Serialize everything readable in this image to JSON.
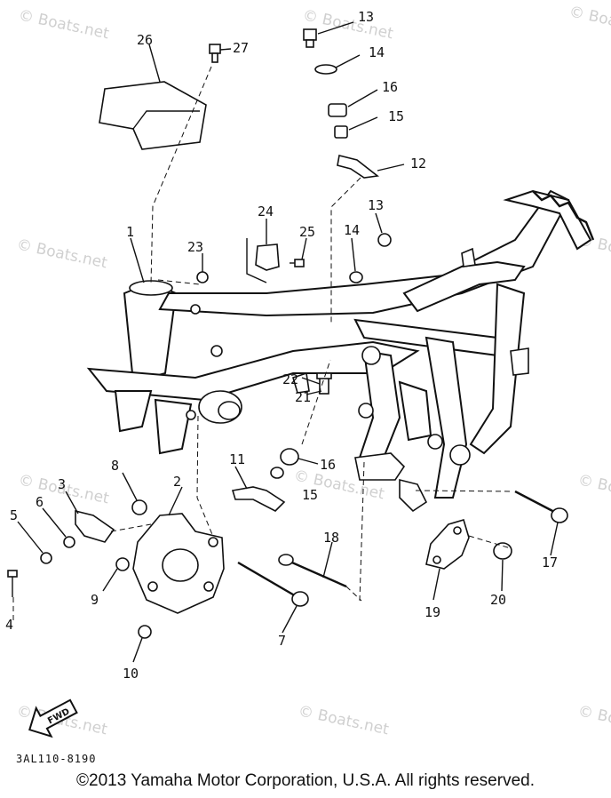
{
  "diagram": {
    "watermark": "© Boats.net",
    "part_code": "3AL110-8190",
    "fwd_arrow_text": "FWD",
    "copyright": "©2013 Yamaha Motor Corporation, U.S.A. All rights reserved.",
    "callouts": [
      {
        "id": "c1",
        "text": "1"
      },
      {
        "id": "c2",
        "text": "2"
      },
      {
        "id": "c3",
        "text": "3"
      },
      {
        "id": "c4",
        "text": "4"
      },
      {
        "id": "c5",
        "text": "5"
      },
      {
        "id": "c6",
        "text": "6"
      },
      {
        "id": "c7",
        "text": "7"
      },
      {
        "id": "c8",
        "text": "8"
      },
      {
        "id": "c9",
        "text": "9"
      },
      {
        "id": "c10",
        "text": "10"
      },
      {
        "id": "c11",
        "text": "11"
      },
      {
        "id": "c12",
        "text": "12"
      },
      {
        "id": "c13a",
        "text": "13"
      },
      {
        "id": "c13b",
        "text": "13"
      },
      {
        "id": "c14a",
        "text": "14"
      },
      {
        "id": "c14b",
        "text": "14"
      },
      {
        "id": "c15a",
        "text": "15"
      },
      {
        "id": "c15b",
        "text": "15"
      },
      {
        "id": "c16a",
        "text": "16"
      },
      {
        "id": "c16b",
        "text": "16"
      },
      {
        "id": "c17",
        "text": "17"
      },
      {
        "id": "c18",
        "text": "18"
      },
      {
        "id": "c19",
        "text": "19"
      },
      {
        "id": "c20",
        "text": "20"
      },
      {
        "id": "c21",
        "text": "21"
      },
      {
        "id": "c22",
        "text": "22"
      },
      {
        "id": "c23",
        "text": "23"
      },
      {
        "id": "c24",
        "text": "24"
      },
      {
        "id": "c25",
        "text": "25"
      },
      {
        "id": "c26",
        "text": "26"
      },
      {
        "id": "c27",
        "text": "27"
      }
    ]
  }
}
